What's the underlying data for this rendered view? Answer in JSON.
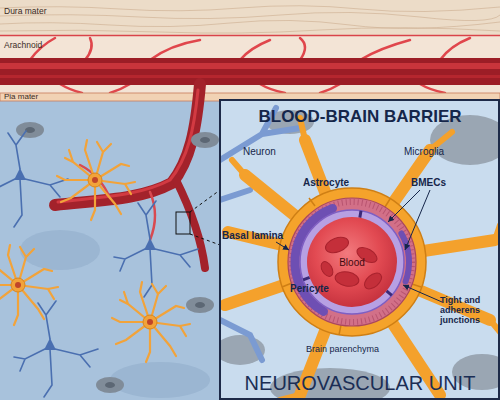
{
  "diagram": {
    "nodes": [
      {
        "text": [
          "Dura mater"
        ]
      },
      {
        "text": [
          "Arachnoid"
        ]
      },
      {
        "text": [
          "Pia mater"
        ]
      },
      {
        "text": [
          "BLOOD-BRAIN BARRIER",
          "NEUROVASCULAR UNIT"
        ]
      },
      {
        "text": [
          "Blood"
        ],
        "in": 3
      }
    ],
    "labels": [
      "Neuron",
      "Microglia",
      "Astrocyte",
      "BMECs",
      "Basal lamina",
      "Pericyte",
      "Tight and adherens junctions",
      "Brain parenchyma"
    ]
  }
}
